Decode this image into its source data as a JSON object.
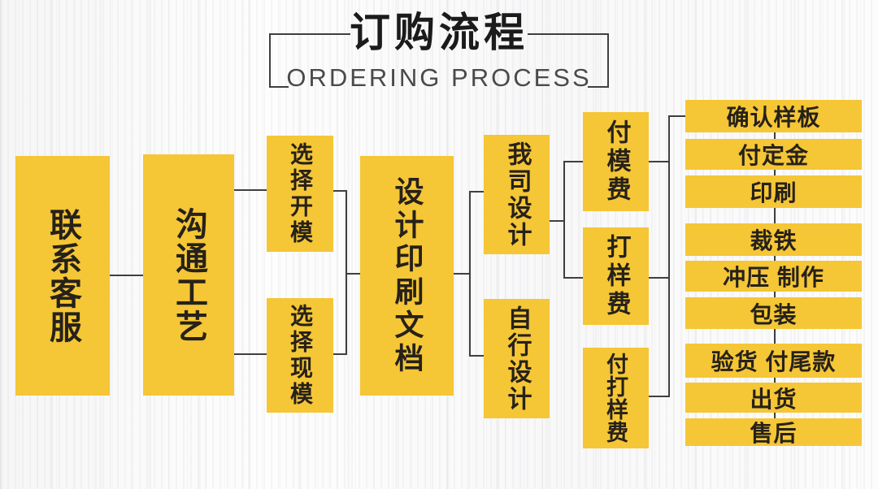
{
  "header": {
    "title": "订购流程",
    "subtitle": "ORDERING PROCESS"
  },
  "colors": {
    "box_yellow": "#F5C636",
    "ink": "#26211A",
    "line": "#3F3F3F",
    "title_black": "#1B1B1B",
    "subtitle_gray": "#4A4A4A"
  },
  "flow": {
    "step_contact": "联系客服",
    "step_communicate": "沟通工艺",
    "step_open_mold": "选择开模",
    "step_existing_mold": "选择现模",
    "step_design_doc": "设计印刷文档",
    "step_we_design": "我司设计",
    "step_self_design": "自行设计",
    "step_mold_fee": "付模费",
    "step_sample_fee": "打样费",
    "step_pay_sample_fee": "付打样费",
    "right_steps": [
      "确认样板",
      "付定金",
      "印刷",
      "裁铁",
      "冲压 制作",
      "包装",
      "验货 付尾款",
      "出货",
      "售后"
    ]
  }
}
